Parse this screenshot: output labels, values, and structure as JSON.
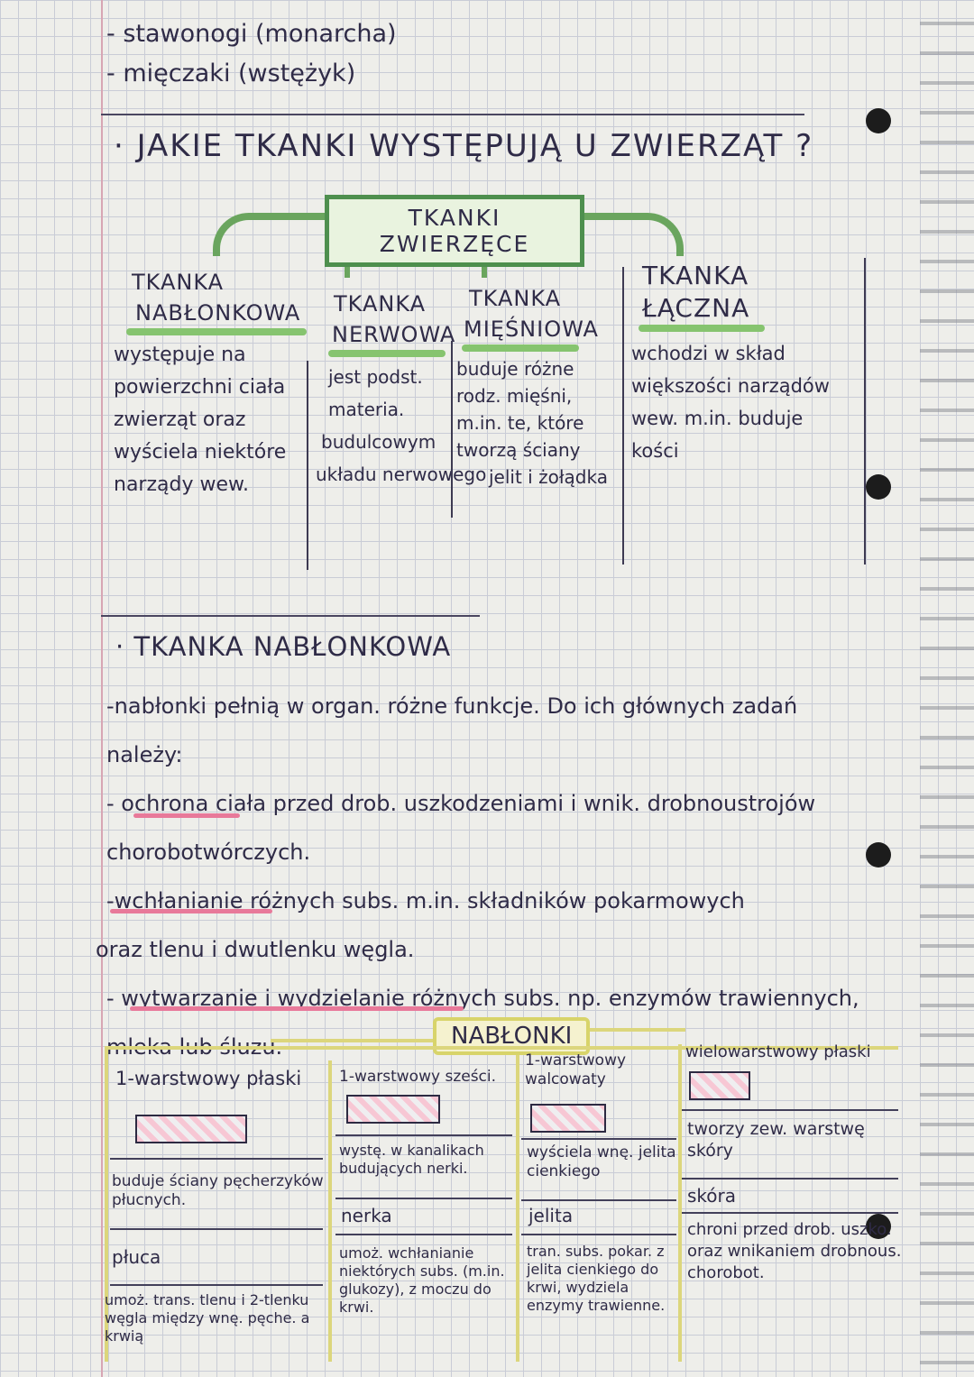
{
  "top_list": [
    "- stawonogi (monarcha)",
    "- mięczaki (wstężyk)"
  ],
  "question_heading": "· JAKIE TKANKI WYSTĘPUJĄ U ZWIERZĄT ?",
  "root_box": "TKANKI ZWIERZĘCE",
  "tissues": [
    {
      "title_l1": "TKANKA",
      "title_l2": "NABŁONKOWA",
      "desc": [
        "występuje na",
        "powierzchni ciała",
        "zwierząt oraz",
        "wyściela niektóre",
        "narządy wew."
      ]
    },
    {
      "title_l1": "TKANKA",
      "title_l2": "NERWOWA",
      "desc": [
        "jest podst.",
        "materia.",
        "budulcowym",
        "układu nerwowego"
      ]
    },
    {
      "title_l1": "TKANKA",
      "title_l2": "MIĘŚNIOWA",
      "desc": [
        "buduje różne",
        "rodz. mięśni,",
        "m.in. te, które",
        "tworzą ściany",
        "jelit i żołądka"
      ]
    },
    {
      "title_l1": "TKANKA",
      "title_l2": "ŁĄCZNA",
      "desc": [
        "wchodzi w skład",
        "większości narządów",
        "wew. m.in. buduje",
        "kości"
      ]
    }
  ],
  "section2_heading": "· TKANKA NABŁONKOWA",
  "section2_lines": [
    "-nabłonki pełnią w organ. różne funkcje. Do ich głównych zadań",
    "należy:",
    "- ochrona ciała przed drob. uszkodzeniami i wnik. drobnoustrojów",
    "chorobotwórczych.",
    "-wchłanianie różnych subs. m.in. składników pokarmowych",
    "oraz tlenu i dwutlenku węgla.",
    "- wytwarzanie i wydzielanie różnych subs. np. enzymów trawiennych,",
    "mleka lub śluzu."
  ],
  "nablonki_box": "NABŁONKI",
  "epithelia": [
    {
      "name": "1-warstwowy płaski",
      "where": "buduje ściany pęcherzyków płucnych.",
      "organ": "płuca",
      "function": "umoż. trans. tlenu i 2-tlenku węgla między wnę. pęche. a krwią"
    },
    {
      "name": "1-warstwowy sześci.",
      "where": "wystę. w kanalikach budujących nerki.",
      "organ": "nerka",
      "function": "umoż. wchłanianie niektórych subs. (m.in. glukozy), z moczu do krwi."
    },
    {
      "name": "1-warstwowy walcowaty",
      "where": "wyściela wnę. jelita cienkiego",
      "organ": "jelita",
      "function": "tran. subs. pokar. z jelita cienkiego do krwi, wydziela enzymy trawienne."
    },
    {
      "name": "wielowarstwowy płaski",
      "where": "tworzy zew. warstwę skóry",
      "organ": "skóra",
      "function": "chroni przed drob. uszko. oraz wnikaniem drobnous. chorobot."
    }
  ]
}
